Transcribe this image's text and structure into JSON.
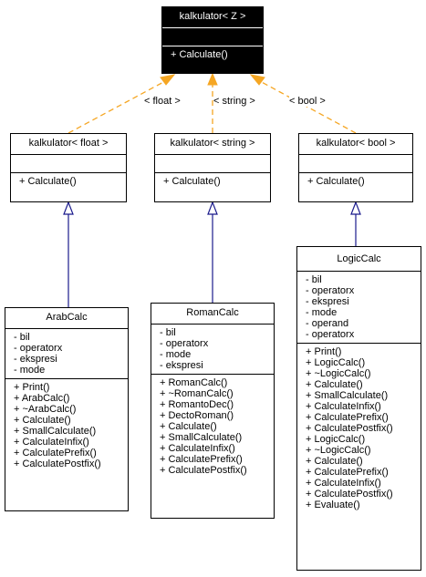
{
  "edge_labels": {
    "float": "< float >",
    "string": "< string >",
    "bool": "< bool >"
  },
  "classes": {
    "kalkulator_z": {
      "name": "kalkulator< Z >",
      "attributes": [],
      "methods": [
        "+ Calculate()"
      ]
    },
    "kalkulator_float": {
      "name": "kalkulator< float >",
      "attributes": [],
      "methods": [
        "+ Calculate()"
      ]
    },
    "kalkulator_string": {
      "name": "kalkulator< string >",
      "attributes": [],
      "methods": [
        "+ Calculate()"
      ]
    },
    "kalkulator_bool": {
      "name": "kalkulator< bool >",
      "attributes": [],
      "methods": [
        "+ Calculate()"
      ]
    },
    "arabcalc": {
      "name": "ArabCalc",
      "attributes": [
        "- bil",
        "- operatorx",
        "- ekspresi",
        "- mode"
      ],
      "methods": [
        "+ Print()",
        "+ ArabCalc()",
        "+ ~ArabCalc()",
        "+ Calculate()",
        "+ SmallCalculate()",
        "+ CalculateInfix()",
        "+ CalculatePrefix()",
        "+ CalculatePostfix()"
      ]
    },
    "romancalc": {
      "name": "RomanCalc",
      "attributes": [
        "- bil",
        "- operatorx",
        "- mode",
        "- ekspresi"
      ],
      "methods": [
        "+ RomanCalc()",
        "+ ~RomanCalc()",
        "+ RomantoDec()",
        "+ DectoRoman()",
        "+ Calculate()",
        "+ SmallCalculate()",
        "+ CalculateInfix()",
        "+ CalculatePrefix()",
        "+ CalculatePostfix()"
      ]
    },
    "logiccalc": {
      "name": "LogicCalc",
      "attributes": [
        "- bil",
        "- operatorx",
        "- ekspresi",
        "- mode",
        "- operand",
        "- operatorx"
      ],
      "methods": [
        "+ Print()",
        "+ LogicCalc()",
        "+ ~LogicCalc()",
        "+ Calculate()",
        "+ SmallCalculate()",
        "+ CalculateInfix()",
        "+ CalculatePrefix()",
        "+ CalculatePostfix()",
        "+ LogicCalc()",
        "+ ~LogicCalc()",
        "+ Calculate()",
        "+ CalculatePrefix()",
        "+ CalculateInfix()",
        "+ CalculatePostfix()",
        "+ Evaluate()"
      ]
    }
  }
}
